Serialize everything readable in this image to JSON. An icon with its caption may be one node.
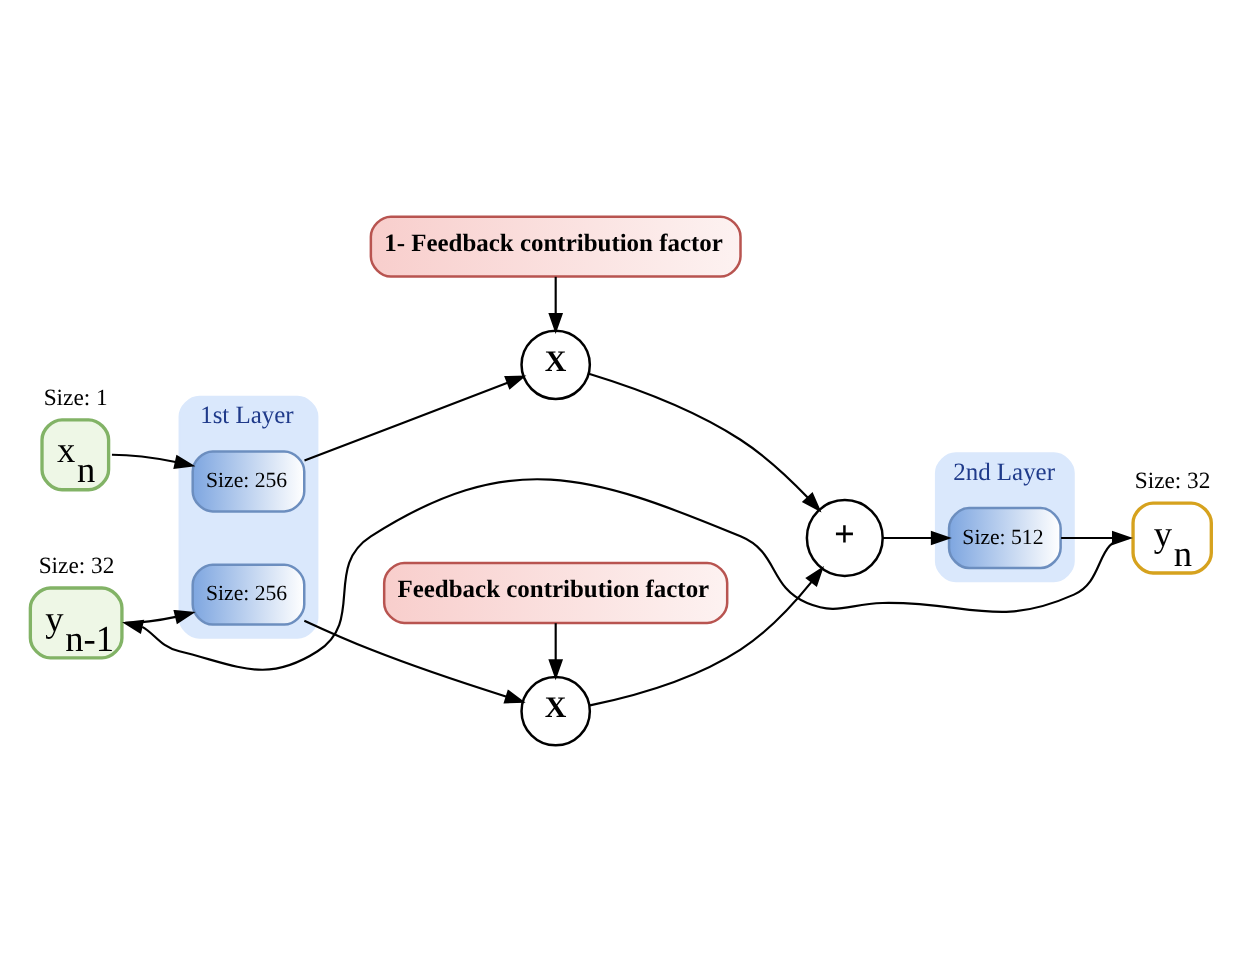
{
  "diagram": {
    "nodes": [
      {
        "text": [
          "1- Feedback contribution factor"
        ]
      },
      {
        "text": [
          "1st Layer"
        ]
      },
      {
        "text": [
          "Size: 256"
        ],
        "in": 1
      },
      {
        "text": [
          "Size: 256"
        ],
        "in": 1
      },
      {
        "text": [
          "2nd Layer"
        ]
      },
      {
        "text": [
          "Size: 512"
        ],
        "in": 4
      },
      {
        "text": [
          "x$_{n}$"
        ],
        "beside": [
          "Size: 1"
        ]
      },
      {
        "text": [
          "y$_{n-1}$"
        ],
        "beside": [
          "Size: 32"
        ]
      },
      {
        "text": [
          "X"
        ]
      },
      {
        "text": [
          "X"
        ]
      },
      {
        "text": [
          "+"
        ]
      },
      {
        "text": [
          "y$_{n}$"
        ],
        "beside": [
          "Size: 32"
        ]
      },
      {
        "text": [
          "Feedback contribution factor"
        ]
      }
    ],
    "edges": [
      {
        "from": 0,
        "to": 8,
        "arrow": "to"
      },
      {
        "from": 6,
        "to": 2,
        "arrow": "to"
      },
      {
        "from": 2,
        "to": 8,
        "arrow": "to"
      },
      {
        "from": 8,
        "to": 10,
        "arrow": "to"
      },
      {
        "from": 7,
        "to": 3,
        "arrow": "to"
      },
      {
        "from": 3,
        "to": 9,
        "arrow": "to"
      },
      {
        "from": 9,
        "to": 10,
        "arrow": "to"
      },
      {
        "from": 12,
        "to": 9,
        "arrow": "to"
      },
      {
        "from": 10,
        "to": 5,
        "arrow": "to"
      },
      {
        "from": 5,
        "to": 11,
        "arrow": "to"
      },
      {
        "from": 11,
        "to": 7,
        "arrow": "to"
      }
    ]
  }
}
